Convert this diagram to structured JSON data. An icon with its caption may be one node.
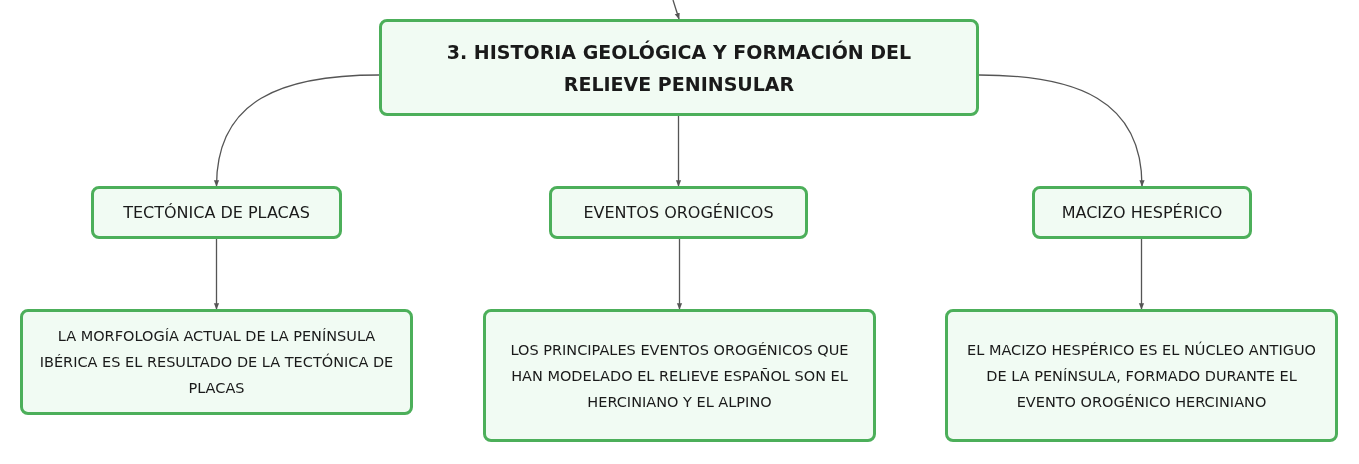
{
  "diagram": {
    "nodes": [
      {
        "text": [
          "3. HISTORIA GEOLÓGICA Y FORMACIÓN DEL RELIEVE PENINSULAR"
        ]
      },
      {
        "text": [
          "TECTÓNICA DE PLACAS"
        ]
      },
      {
        "text": [
          "EVENTOS OROGÉNICOS"
        ]
      },
      {
        "text": [
          "MACIZO HESPÉRICO"
        ]
      },
      {
        "text": [
          "LA MORFOLOGÍA ACTUAL DE LA PENÍNSULA IBÉRICA ES EL RESULTADO DE LA TECTÓNICA DE PLACAS"
        ]
      },
      {
        "text": [
          "LOS PRINCIPALES EVENTOS OROGÉNICOS QUE HAN MODELADO EL RELIEVE ESPAÑOL SON EL HERCINIANO Y EL ALPINO"
        ]
      },
      {
        "text": [
          "EL MACIZO HESPÉRICO ES EL NÚCLEO ANTIGUO DE LA PENÍNSULA, FORMADO DURANTE EL EVENTO OROGÉNICO HERCINIANO"
        ]
      }
    ],
    "edges": [
      {
        "from": null,
        "to": 0,
        "arrow": "to"
      },
      {
        "from": 0,
        "to": 1,
        "arrow": "to"
      },
      {
        "from": 0,
        "to": 2,
        "arrow": "to"
      },
      {
        "from": 0,
        "to": 3,
        "arrow": "to"
      },
      {
        "from": 1,
        "to": 4,
        "arrow": "to"
      },
      {
        "from": 2,
        "to": 5,
        "arrow": "to"
      },
      {
        "from": 3,
        "to": 6,
        "arrow": "to"
      }
    ]
  }
}
